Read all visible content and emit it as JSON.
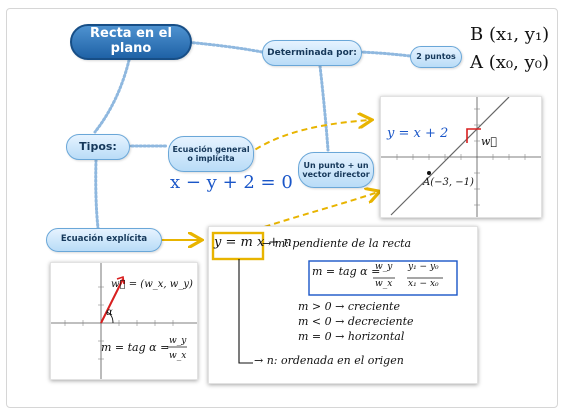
{
  "nodes": {
    "main": "Recta en el plano",
    "determinada": "Determinada por:",
    "dos_puntos": "2 puntos",
    "tipos": "Tipos:",
    "general": "Ecuación general\no implícita",
    "punto_vector": "Un punto + un\nvector director",
    "explicita": "Ecuación explícita"
  },
  "handwriting": {
    "point_b": "B (x₁, y₁)",
    "point_a": "A (x₀, y₀)",
    "general_eq": "x − y + 2 = 0",
    "explicit_eq": "y = m x + n",
    "m_def": "→ m: pendiente de la recta",
    "m_formula_left": "m = tag α =",
    "m_formula_frac1_num": "w_y",
    "m_formula_frac1_den": "w_x",
    "m_formula_frac2_num": "y₁ − y₀",
    "m_formula_frac2_den": "x₁ − x₀",
    "cases": [
      "m > 0 → creciente",
      "m < 0 → decreciente",
      "m = 0 → horizontal"
    ],
    "n_def": "→ n: ordenada en el origen"
  },
  "graph_top": {
    "equation": "y = x + 2",
    "vector_label": "w⃗",
    "point_label": "A(−3, −1)"
  },
  "graph_bottom": {
    "vector_label": "w⃗ = (w_x, w_y)",
    "angle_label": "α",
    "formula_left": "m = tag α =",
    "frac_num": "w_y",
    "frac_den": "w_x"
  },
  "colors": {
    "connector": "#8fb8df",
    "arrow_yellow": "#e8b400",
    "ink_blue": "#1a56c8",
    "vector_red": "#d81f1f"
  }
}
